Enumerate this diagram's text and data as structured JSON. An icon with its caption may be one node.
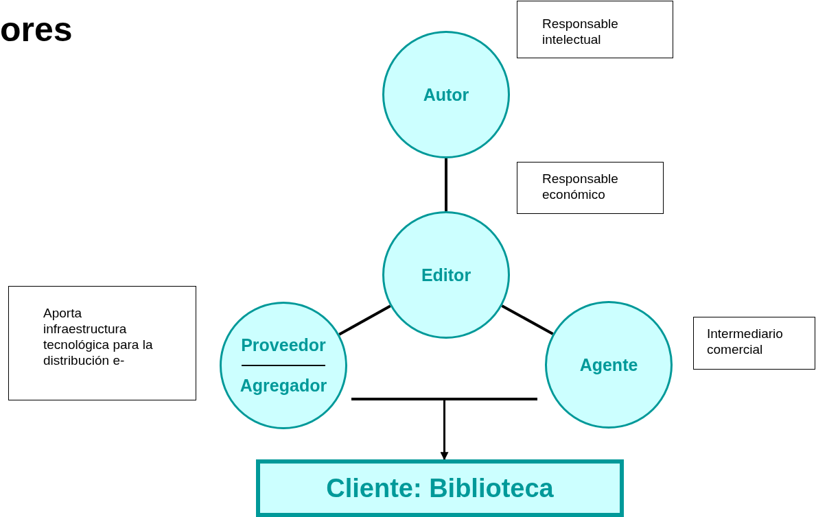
{
  "diagram": {
    "title": "ores",
    "nodes": [
      {
        "text": [
          "Responsable intelectual"
        ]
      },
      {
        "text": [
          "Autor"
        ]
      },
      {
        "text": [
          "Responsable económico"
        ]
      },
      {
        "text": [
          "Editor"
        ]
      },
      {
        "text": [
          "Aporta infraestructura tecnológica para la distribución e-"
        ]
      },
      {
        "text": [
          "Proveedor",
          "Agregador"
        ]
      },
      {
        "text": [
          "Intermediario comercial"
        ]
      },
      {
        "text": [
          "Agente"
        ]
      },
      {
        "text": [],
        "shape": "bar"
      },
      {
        "text": [
          "Cliente: Biblioteca"
        ]
      }
    ],
    "edges": [
      {
        "from": 1,
        "to": 3,
        "arrow": "none"
      },
      {
        "from": 3,
        "to": 5,
        "arrow": "none"
      },
      {
        "from": 3,
        "to": 7,
        "arrow": "none"
      },
      {
        "from": 8,
        "to": 9,
        "arrow": "to"
      }
    ]
  }
}
